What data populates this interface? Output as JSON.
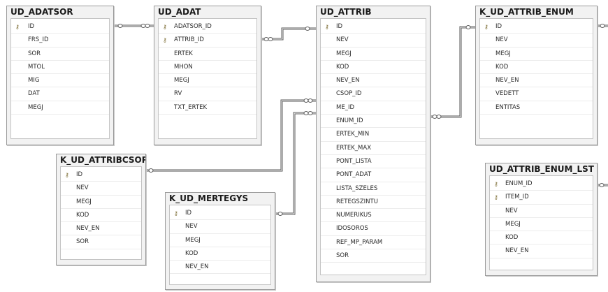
{
  "tables": {
    "ud_adatsor": {
      "title": "UD_ADATSOR",
      "columns": [
        {
          "name": "ID",
          "pk": true
        },
        {
          "name": "FRS_ID",
          "pk": false
        },
        {
          "name": "SOR",
          "pk": false
        },
        {
          "name": "MTOL",
          "pk": false
        },
        {
          "name": "MIG",
          "pk": false
        },
        {
          "name": "DAT",
          "pk": false
        },
        {
          "name": "MEGJ",
          "pk": false
        }
      ]
    },
    "ud_adat": {
      "title": "UD_ADAT",
      "columns": [
        {
          "name": "ADATSOR_ID",
          "pk": true
        },
        {
          "name": "ATTRIB_ID",
          "pk": true
        },
        {
          "name": "ERTEK",
          "pk": false
        },
        {
          "name": "MHON",
          "pk": false
        },
        {
          "name": "MEGJ",
          "pk": false
        },
        {
          "name": "RV",
          "pk": false
        },
        {
          "name": "TXT_ERTEK",
          "pk": false
        }
      ]
    },
    "ud_attrib": {
      "title": "UD_ATTRIB",
      "columns": [
        {
          "name": "ID",
          "pk": true
        },
        {
          "name": "NEV",
          "pk": false
        },
        {
          "name": "MEGJ",
          "pk": false
        },
        {
          "name": "KOD",
          "pk": false
        },
        {
          "name": "NEV_EN",
          "pk": false
        },
        {
          "name": "CSOP_ID",
          "pk": false
        },
        {
          "name": "ME_ID",
          "pk": false
        },
        {
          "name": "ENUM_ID",
          "pk": false
        },
        {
          "name": "ERTEK_MIN",
          "pk": false
        },
        {
          "name": "ERTEK_MAX",
          "pk": false
        },
        {
          "name": "PONT_LISTA",
          "pk": false
        },
        {
          "name": "PONT_ADAT",
          "pk": false
        },
        {
          "name": "LISTA_SZELES",
          "pk": false
        },
        {
          "name": "RETEGSZINTU",
          "pk": false
        },
        {
          "name": "NUMERIKUS",
          "pk": false
        },
        {
          "name": "IDOSOROS",
          "pk": false
        },
        {
          "name": "REF_MP_PARAM",
          "pk": false
        },
        {
          "name": "SOR",
          "pk": false
        }
      ]
    },
    "k_ud_attrib_enum": {
      "title": "K_UD_ATTRIB_ENUM",
      "columns": [
        {
          "name": "ID",
          "pk": true
        },
        {
          "name": "NEV",
          "pk": false
        },
        {
          "name": "MEGJ",
          "pk": false
        },
        {
          "name": "KOD",
          "pk": false
        },
        {
          "name": "NEV_EN",
          "pk": false
        },
        {
          "name": "VEDETT",
          "pk": false
        },
        {
          "name": "ENTITAS",
          "pk": false
        }
      ]
    },
    "k_ud_attribcsop": {
      "title": "K_UD_ATTRIBCSOP",
      "columns": [
        {
          "name": "ID",
          "pk": true
        },
        {
          "name": "NEV",
          "pk": false
        },
        {
          "name": "MEGJ",
          "pk": false
        },
        {
          "name": "KOD",
          "pk": false
        },
        {
          "name": "NEV_EN",
          "pk": false
        },
        {
          "name": "SOR",
          "pk": false
        }
      ]
    },
    "k_ud_mertegys": {
      "title": "K_UD_MERTEGYS",
      "columns": [
        {
          "name": "ID",
          "pk": true
        },
        {
          "name": "NEV",
          "pk": false
        },
        {
          "name": "MEGJ",
          "pk": false
        },
        {
          "name": "KOD",
          "pk": false
        },
        {
          "name": "NEV_EN",
          "pk": false
        }
      ]
    },
    "ud_attrib_enum_lst": {
      "title": "UD_ATTRIB_ENUM_LST",
      "columns": [
        {
          "name": "ENUM_ID",
          "pk": true
        },
        {
          "name": "ITEM_ID",
          "pk": true
        },
        {
          "name": "NEV",
          "pk": false
        },
        {
          "name": "MEGJ",
          "pk": false
        },
        {
          "name": "KOD",
          "pk": false
        },
        {
          "name": "NEV_EN",
          "pk": false
        }
      ]
    }
  },
  "icons": {
    "primary_key": "key-icon"
  },
  "colors": {
    "connector": "#5a5a5a",
    "table_border": "#9a9a9a"
  }
}
